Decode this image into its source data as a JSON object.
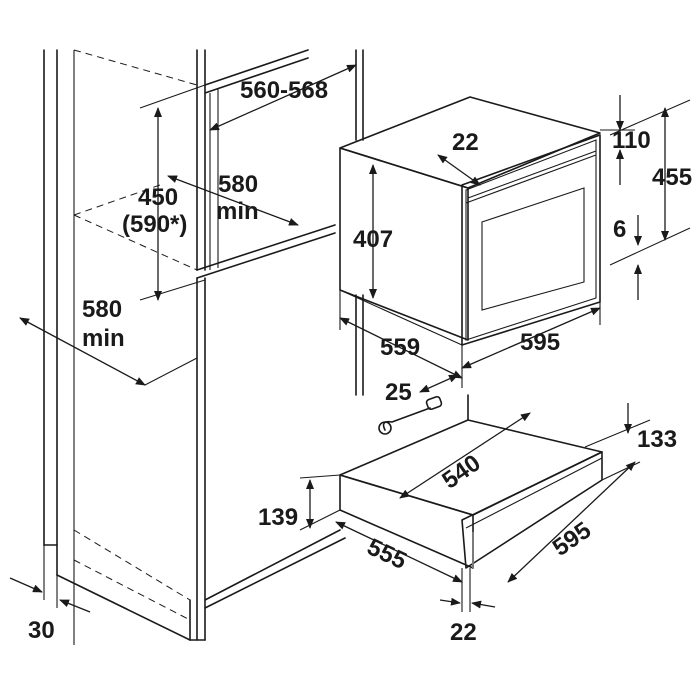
{
  "labels": {
    "d_560_568": "560-568",
    "d_450": "450",
    "d_590": "(590*)",
    "d_580a_num": "580",
    "d_580a_min": "min",
    "d_580b_num": "580",
    "d_580b_min": "min",
    "d_407": "407",
    "d_22_top": "22",
    "d_110": "110",
    "d_455": "455",
    "d_6": "6",
    "d_559": "559",
    "d_595_oven": "595",
    "d_25": "25",
    "d_540": "540",
    "d_133": "133",
    "d_139": "139",
    "d_555": "555",
    "d_595_drawer": "595",
    "d_22_bottom": "22",
    "d_30": "30"
  }
}
